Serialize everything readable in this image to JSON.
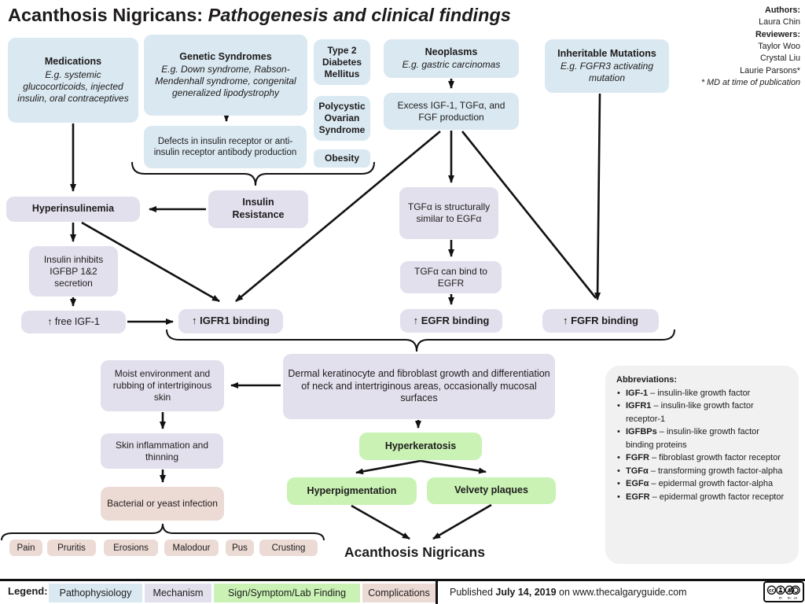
{
  "title": {
    "main": "Acanthosis Nigricans:",
    "sub": "Pathogenesis and clinical findings"
  },
  "credits": {
    "authors_label": "Authors:",
    "author_1": "Laura Chin",
    "reviewers_label": "Reviewers:",
    "reviewer_1": "Taylor Woo",
    "reviewer_2": "Crystal Liu",
    "reviewer_3": "Laurie Parsons*",
    "note": "* MD at time of publication"
  },
  "nodes": {
    "medications": {
      "title": "Medications",
      "example": "E.g. systemic glucocorticoids, injected insulin, oral contraceptives"
    },
    "genetic_syndromes": {
      "title": "Genetic Syndromes",
      "example": "E.g. Down syndrome, Rabson-Mendenhall syndrome, congenital generalized lipodystrophy"
    },
    "type2_diabetes": {
      "text": "Type 2 Diabetes Mellitus"
    },
    "pcos": {
      "text": "Polycystic Ovarian Syndrome"
    },
    "obesity": {
      "text": "Obesity"
    },
    "neoplasms": {
      "title": "Neoplasms",
      "example": "E.g. gastric carcinomas"
    },
    "inheritable_mutations": {
      "title": "Inheritable Mutations",
      "example": "E.g. FGFR3 activating mutation"
    },
    "insulin_receptor_defects": {
      "text": "Defects in insulin receptor or anti-insulin receptor antibody production"
    },
    "excess_growth_factors": {
      "text": "Excess IGF-1, TGFα, and FGF production"
    },
    "hyperinsulinemia": {
      "text": "Hyperinsulinemia"
    },
    "insulin_resistance": {
      "text": "Insulin Resistance"
    },
    "igfbp_inhibition": {
      "text": "Insulin inhibits IGFBP 1&2 secretion"
    },
    "free_igf1": {
      "text": "↑ free IGF-1"
    },
    "igfr1_binding": {
      "text": "↑ IGFR1 binding"
    },
    "tgfa_similarity": {
      "text": "TGFα is structurally similar to EGFα"
    },
    "tgfa_binds_egfr": {
      "text": "TGFα can bind to EGFR"
    },
    "egfr_binding": {
      "text": "↑ EGFR binding"
    },
    "fgfr_binding": {
      "text": "↑ FGFR binding"
    },
    "dermal_growth": {
      "text": "Dermal keratinocyte and fibroblast growth and differentiation of neck and intertriginous areas, occasionally mucosal surfaces"
    },
    "moist_environment": {
      "text": "Moist environment and rubbing of intertriginous skin"
    },
    "skin_inflammation": {
      "text": "Skin inflammation and thinning"
    },
    "bacterial_infection": {
      "text": "Bacterial or yeast infection"
    },
    "hyperkeratosis": {
      "text": "Hyperkeratosis"
    },
    "hyperpigmentation": {
      "text": "Hyperpigmentation"
    },
    "velvety_plaques": {
      "text": "Velvety plaques"
    },
    "acanthosis_nigricans": {
      "text": "Acanthosis Nigricans"
    },
    "complications": [
      "Pain",
      "Pruritis",
      "Erosions",
      "Malodour",
      "Pus",
      "Crusting"
    ]
  },
  "abbreviations": {
    "heading": "Abbreviations:",
    "items": [
      {
        "term": "IGF-1",
        "definition": " – insulin-like growth factor"
      },
      {
        "term": "IGFR1",
        "definition": " – insulin-like growth factor receptor-1"
      },
      {
        "term": "IGFBPs",
        "definition": " – insulin-like growth factor binding proteins"
      },
      {
        "term": "FGFR",
        "definition": " – fibroblast growth factor receptor"
      },
      {
        "term": "TGFα",
        "definition": " – transforming growth factor-alpha"
      },
      {
        "term": "EGFα",
        "definition": " – epidermal growth factor-alpha"
      },
      {
        "term": "EGFR",
        "definition": " – epidermal growth factor receptor"
      }
    ]
  },
  "legend": {
    "label": "Legend:",
    "items": [
      {
        "label": "Pathophysiology",
        "color": "#d9e8f1"
      },
      {
        "label": "Mechanism",
        "color": "#e3e0ee"
      },
      {
        "label": "Sign/Symptom/Lab Finding",
        "color": "#c9f2b4"
      },
      {
        "label": "Complications",
        "color": "#ecdbd5"
      }
    ]
  },
  "footer": {
    "published_prefix": "Published ",
    "published_date": "July 14, 2019",
    "published_suffix": " on www.thecalgaryguide.com",
    "license": "CC BY NC SA"
  },
  "colors": {
    "pathophysiology": "#d9e8f1",
    "mechanism": "#e3e0ee",
    "sign_symptom": "#c9f2b4",
    "complication": "#ecdbd5",
    "abbreviation_panel": "#f1f1f1",
    "line": "#111111"
  }
}
